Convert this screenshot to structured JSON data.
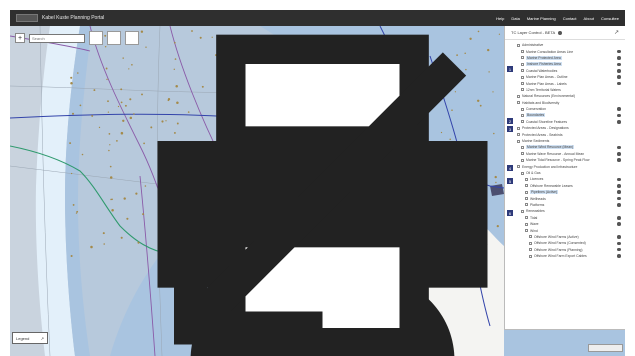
{
  "header": {
    "app_title": "Kabel Kuste Planning Portal",
    "nav": [
      "Help",
      "Data",
      "Marine Planning",
      "Contact",
      "About",
      "Consultee"
    ]
  },
  "toolbar": {
    "zoom_in": "+",
    "zoom_out": "-",
    "search_placeholder": "Search"
  },
  "legend_button": {
    "label": "Legend"
  },
  "panel": {
    "title": "TC Layer Control - BETA",
    "rows": [
      {
        "label": "Administrative",
        "indent": 1,
        "highlight": false,
        "info": false
      },
      {
        "label": "Marine Consultation Areas Line",
        "indent": 2,
        "highlight": false,
        "info": true
      },
      {
        "label": "Marine Protected Area",
        "indent": 2,
        "highlight": true,
        "info": true
      },
      {
        "label": "Inshore Fisheries Area",
        "indent": 2,
        "highlight": true,
        "info": true
      },
      {
        "label": "Coastal Waterbodies",
        "indent": 2,
        "highlight": false,
        "info": true
      },
      {
        "label": "Marine Plan Areas - Outline",
        "indent": 2,
        "highlight": false,
        "info": true
      },
      {
        "label": "Marine Plan Areas - Labels",
        "indent": 2,
        "highlight": false,
        "info": true
      },
      {
        "label": "12nm Territorial Waters",
        "indent": 2,
        "highlight": false,
        "info": false
      },
      {
        "label": "Natural Resources (Environmental)",
        "indent": 1,
        "highlight": false,
        "info": false
      },
      {
        "label": "Habitats and Biodiversity",
        "indent": 1,
        "highlight": false,
        "info": false
      },
      {
        "label": "Conservation",
        "indent": 2,
        "highlight": false,
        "info": true
      },
      {
        "label": "Boundaries",
        "indent": 2,
        "highlight": true,
        "info": true
      },
      {
        "label": "Coastal Shoreline Features",
        "indent": 2,
        "highlight": false,
        "info": true
      },
      {
        "label": "Protected Areas - Designations",
        "indent": 1,
        "highlight": false,
        "info": false
      },
      {
        "label": "Protected Areas - Seabirds",
        "indent": 1,
        "highlight": false,
        "info": false
      },
      {
        "label": "Marine Sediments",
        "indent": 1,
        "highlight": false,
        "info": false
      },
      {
        "label": "Marine Wind Resource (Mean)",
        "indent": 2,
        "highlight": true,
        "info": true
      },
      {
        "label": "Marine Wave Resource - Annual Mean",
        "indent": 2,
        "highlight": false,
        "info": true
      },
      {
        "label": "Marine Tidal Resource - Spring Peak Flow",
        "indent": 2,
        "highlight": false,
        "info": true
      },
      {
        "label": "Energy Production and Infrastructure",
        "indent": 1,
        "highlight": false,
        "info": false
      },
      {
        "label": "Oil & Gas",
        "indent": 2,
        "highlight": false,
        "info": false
      },
      {
        "label": "Licences",
        "indent": 3,
        "highlight": false,
        "info": true
      },
      {
        "label": "Offshore Renewable Leases",
        "indent": 3,
        "highlight": false,
        "info": true
      },
      {
        "label": "Pipelines (Active)",
        "indent": 3,
        "highlight": true,
        "info": true
      },
      {
        "label": "Wellheads",
        "indent": 3,
        "highlight": false,
        "info": true
      },
      {
        "label": "Platforms",
        "indent": 3,
        "highlight": false,
        "info": true
      },
      {
        "label": "Renewables",
        "indent": 2,
        "highlight": false,
        "info": false
      },
      {
        "label": "Tidal",
        "indent": 3,
        "highlight": false,
        "info": true
      },
      {
        "label": "Wave",
        "indent": 3,
        "highlight": false,
        "info": true
      },
      {
        "label": "Wind",
        "indent": 3,
        "highlight": false,
        "info": false
      },
      {
        "label": "Offshore Wind Farms (Active)",
        "indent": 4,
        "highlight": false,
        "info": true
      },
      {
        "label": "Offshore Wind Farms (Consented)",
        "indent": 4,
        "highlight": false,
        "info": true
      },
      {
        "label": "Offshore Wind Farms (Planning)",
        "indent": 4,
        "highlight": false,
        "info": true
      },
      {
        "label": "Offshore Wind Farm Export Cables",
        "indent": 4,
        "highlight": false,
        "info": true
      }
    ]
  },
  "map_colors": {
    "sea_deep": "#c9d3de",
    "sea_mid": "#b7c9dc",
    "sea_shallow": "#a9c4e0",
    "band_light": "#e3f0fa",
    "land": "#f4f4f2",
    "coast_border": "#9a8a60",
    "route_blue": "#3344aa",
    "route_green": "#2f9a6e",
    "boundary_purple": "#8a5ba8",
    "turbine_dots": "#a48a4a"
  }
}
